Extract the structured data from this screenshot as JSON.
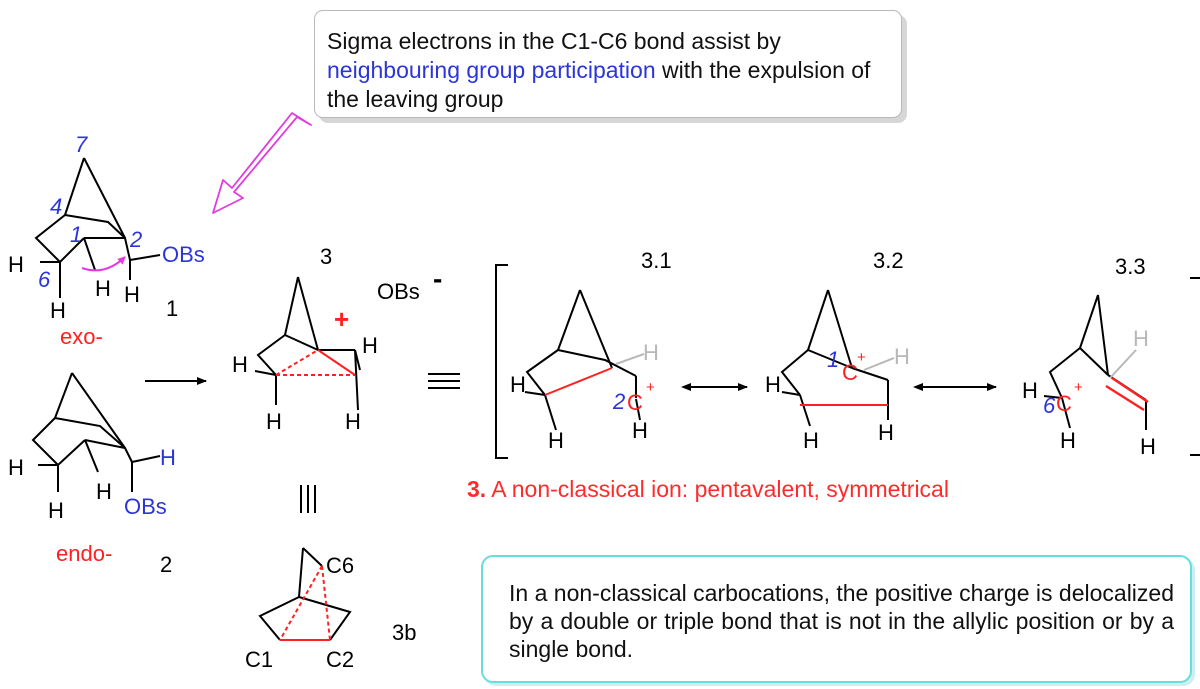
{
  "callout": {
    "text_before": "Sigma electrons in the C1-C6 bond assist by ",
    "text_highlight": "neighbouring group participation",
    "text_after": " with the expulsion of the leaving group"
  },
  "compound_1": {
    "number": "1",
    "label": "exo-",
    "carbon_7": "7",
    "carbon_4": "4",
    "carbon_1": "1",
    "carbon_2": "2",
    "carbon_6": "6",
    "leaving_group": "OBs",
    "h": "H"
  },
  "compound_2": {
    "number": "2",
    "label": "endo-",
    "leaving_group": "OBs",
    "h": "H"
  },
  "ion_3": {
    "number": "3",
    "charge": "+",
    "counter_ion": "OBs",
    "counter_charge": "-",
    "h": "H"
  },
  "ion_3b": {
    "number": "3b",
    "c6": "C6",
    "c1": "C1",
    "c2": "C2"
  },
  "resonance": {
    "forms": [
      {
        "number": "3.1",
        "carbon": "C",
        "charge": "+",
        "position": "2"
      },
      {
        "number": "3.2",
        "carbon": "C",
        "charge": "+",
        "position": "1"
      },
      {
        "number": "3.3",
        "carbon": "C",
        "charge": "+",
        "position": "6"
      }
    ],
    "h": "H"
  },
  "caption": {
    "number": "3.",
    "text": " A non-classical ion: pentavalent, symmetrical"
  },
  "note": {
    "text": "In a non-classical carbocations, the positive charge is delocalized by a double or triple bond that is not in the allylic position or by a single bond."
  },
  "colors": {
    "bond": "#000000",
    "red": "#ff2020",
    "blue": "#2b35d8",
    "magenta": "#e03ce0",
    "grey": "#b8b8b8",
    "callout_border": "#b9b9b9",
    "note_border": "#66dede"
  }
}
